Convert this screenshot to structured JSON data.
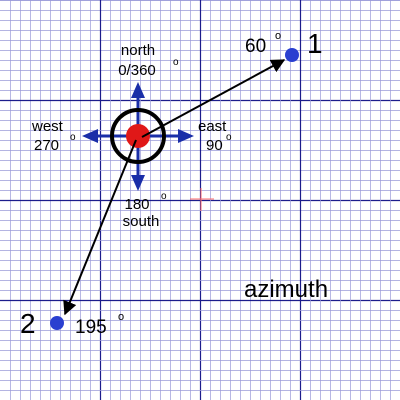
{
  "colors": {
    "grid_minor": "#9b9bd9",
    "grid_major": "#1c1c8c",
    "compass_arrow": "#1a2ea8",
    "center_dot": "#e01818",
    "point": "#2a3fd0",
    "crosshair": "#ff6a6a",
    "ink": "#000000"
  },
  "labels": {
    "north_word": "north",
    "north_deg": "0/360",
    "east_word": "east",
    "east_deg": "90",
    "south_deg": "180",
    "south_word": "south",
    "west_word": "west",
    "west_deg": "270",
    "degree_symbol": "o",
    "title": "azimuth"
  },
  "points": [
    {
      "id": "1",
      "azimuth": "60",
      "azimuth_value": 60
    },
    {
      "id": "2",
      "azimuth": "195",
      "azimuth_value": 195
    }
  ]
}
